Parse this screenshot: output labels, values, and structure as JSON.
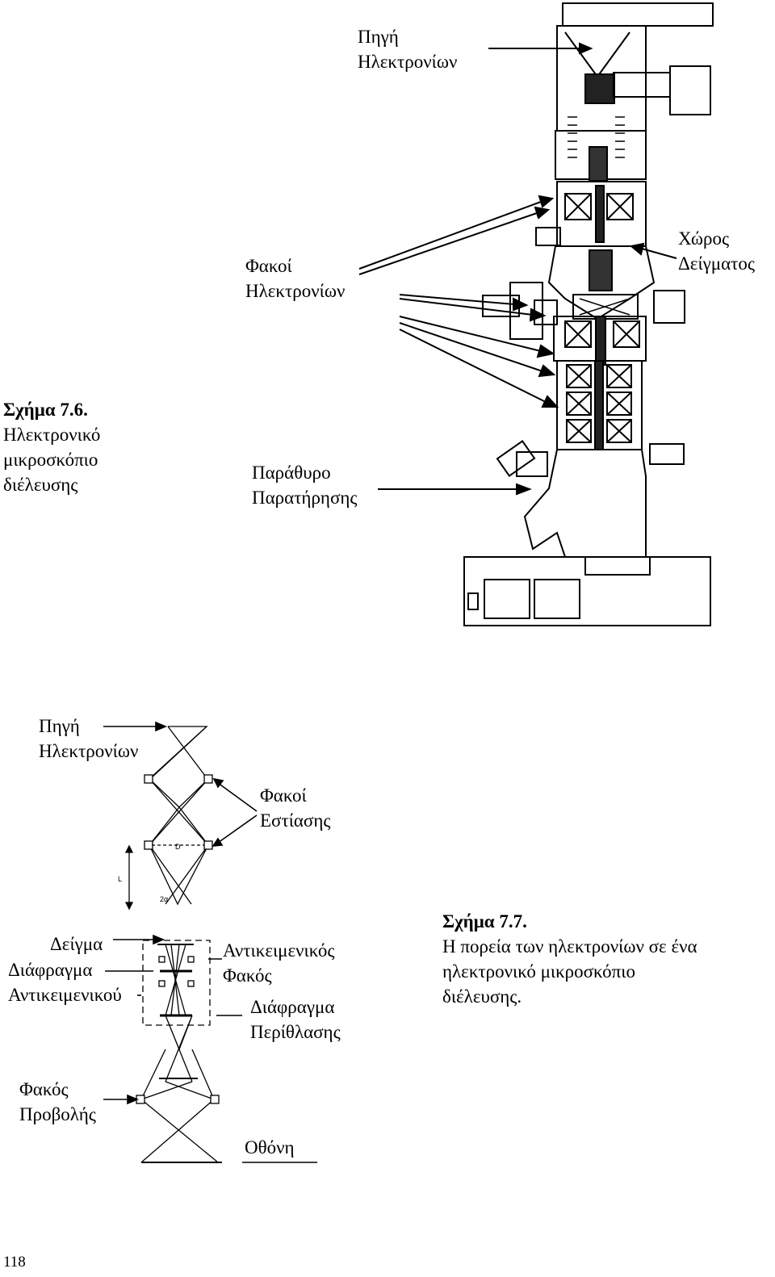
{
  "figure_76": {
    "labels": {
      "electron_source": [
        "Πηγή",
        "Ηλεκτρονίων"
      ],
      "electron_lenses": [
        "Φακοί",
        "Ηλεκτρονίων"
      ],
      "sample_space": [
        "Χώρος",
        "Δείγματος"
      ],
      "viewing_window": [
        "Παράθυρο",
        "Παρατήρησης"
      ]
    },
    "caption": {
      "number": "Σχήμα 7.6.",
      "lines": [
        "Ηλεκτρονικό",
        "μικροσκόπιο",
        "διέλευσης"
      ]
    }
  },
  "figure_77": {
    "labels": {
      "electron_source": [
        "Πηγή",
        "Ηλεκτρονίων"
      ],
      "focusing_lenses": [
        "Φακοί",
        "Εστίασης"
      ],
      "sample": "Δείγμα",
      "objective_aperture": [
        "Διάφραγμα",
        "Αντικειμενικού"
      ],
      "objective_lens": [
        "Αντικειμενικός",
        "Φακός"
      ],
      "diffraction_aperture": [
        "Διάφραγμα",
        "Περίθλασης"
      ],
      "projection_lens": [
        "Φακός",
        "Προβολής"
      ],
      "screen": "Οθόνη",
      "diagram_marks": {
        "D": "D",
        "L": "L",
        "two_alpha": "2α"
      }
    },
    "caption": {
      "number": "Σχήμα 7.7.",
      "lines": [
        "Η πορεία των ηλεκτρονίων σε ένα",
        "ηλεκτρονικό μικροσκόπιο",
        "διέλευσης."
      ]
    }
  },
  "page_number": "118"
}
